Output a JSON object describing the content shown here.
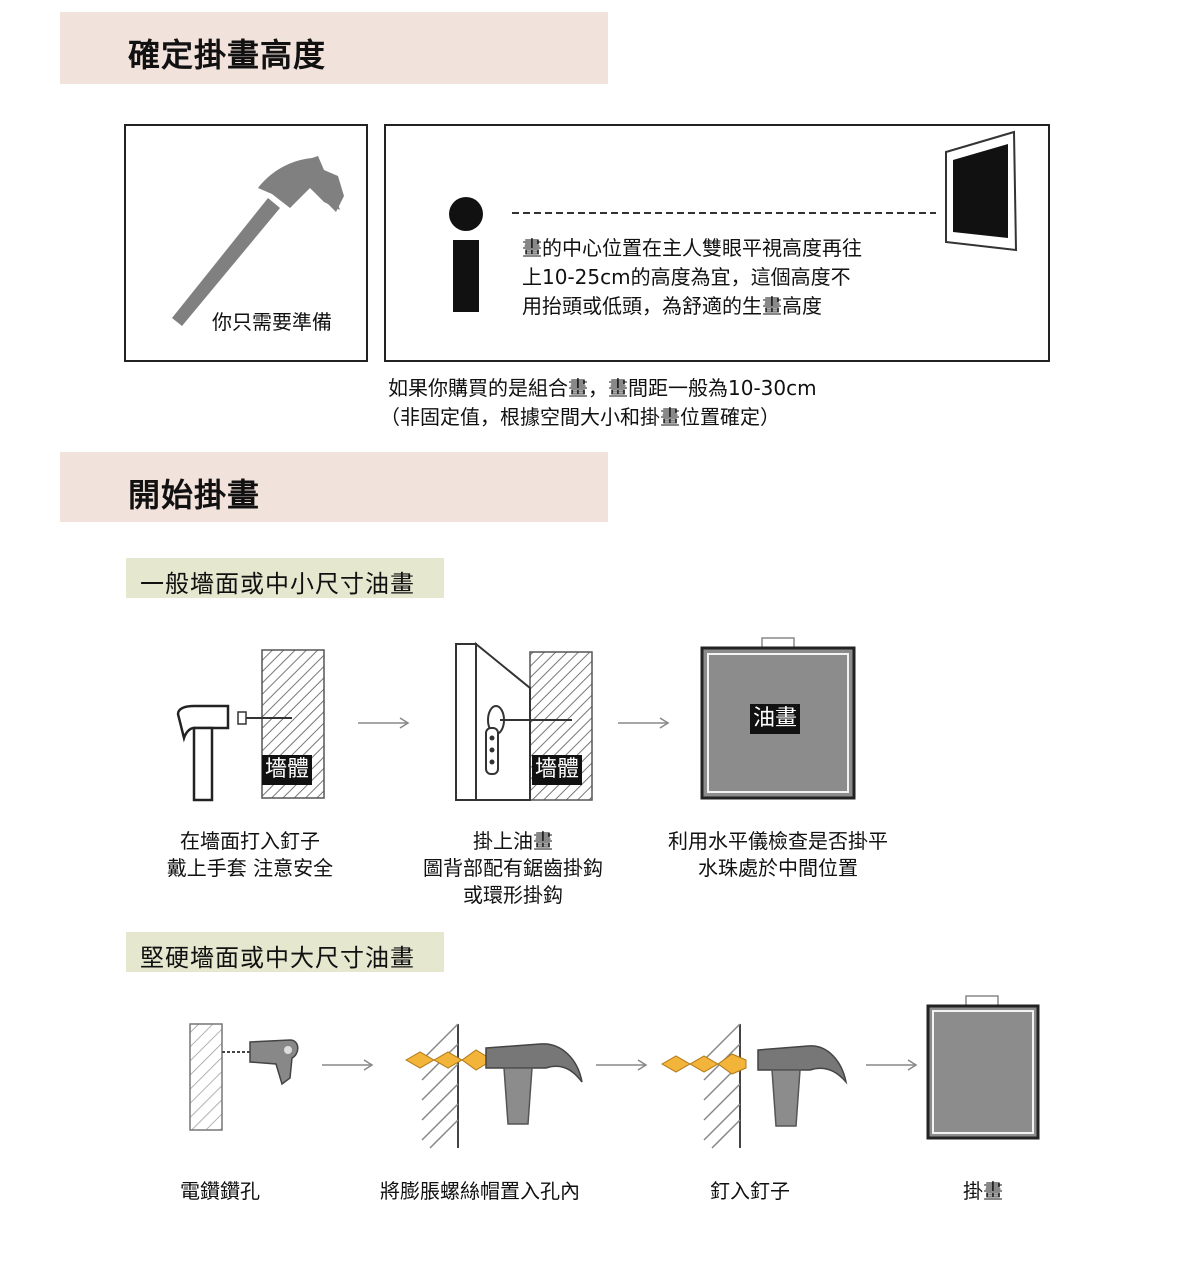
{
  "section1": {
    "title": "確定掛畫高度",
    "prepare_label": "你只需要準備",
    "info_text": "畫的中心位置在主人雙眼平視高度再往上10-25cm的高度為宜，這個高度不用抬頭或低頭，為舒適的生畫高度",
    "info_lines": [
      "畫的中心位置在主人雙眼平視高度再往",
      "上10-25cm的高度為宜，這個高度不",
      "用抬頭或低頭，為舒適的生畫高度"
    ],
    "note_lines": [
      "如果你購買的是組合畫，畫間距一般為10-30cm",
      "（非固定值，根據空間大小和掛畫位置確定）"
    ]
  },
  "section2": {
    "title": "開始掛畫",
    "general": {
      "title": "一般墻面或中小尺寸油畫",
      "wall_label_1": "墻體",
      "wall_label_2": "墻體",
      "painting_label": "油畫",
      "steps": [
        {
          "lines": [
            "在墻面打入釘子",
            "戴上手套 注意安全"
          ]
        },
        {
          "lines": [
            "掛上油畫",
            "圖背部配有鋸齒掛鈎",
            "或環形掛鈎"
          ]
        },
        {
          "lines": [
            "利用水平儀檢查是否掛平",
            "水珠處於中間位置"
          ]
        }
      ]
    },
    "hard": {
      "title": "堅硬墻面或中大尺寸油畫",
      "steps": [
        {
          "label": "電鑽鑽孔"
        },
        {
          "label": "將膨脹螺絲帽置入孔內"
        },
        {
          "label": "釘入釘子"
        },
        {
          "label": "掛畫"
        }
      ]
    }
  },
  "icons": [
    "hammer-icon",
    "info-icon",
    "picture-frame-icon",
    "drill-icon",
    "wall-anchor-icon",
    "arrow-right-icon"
  ],
  "colors": {
    "section_band": "#f2e2dc",
    "sub_band": "#e5e8cf",
    "painting_gray": "#8c8c8c",
    "anchor_yellow": "#f2b53a"
  }
}
